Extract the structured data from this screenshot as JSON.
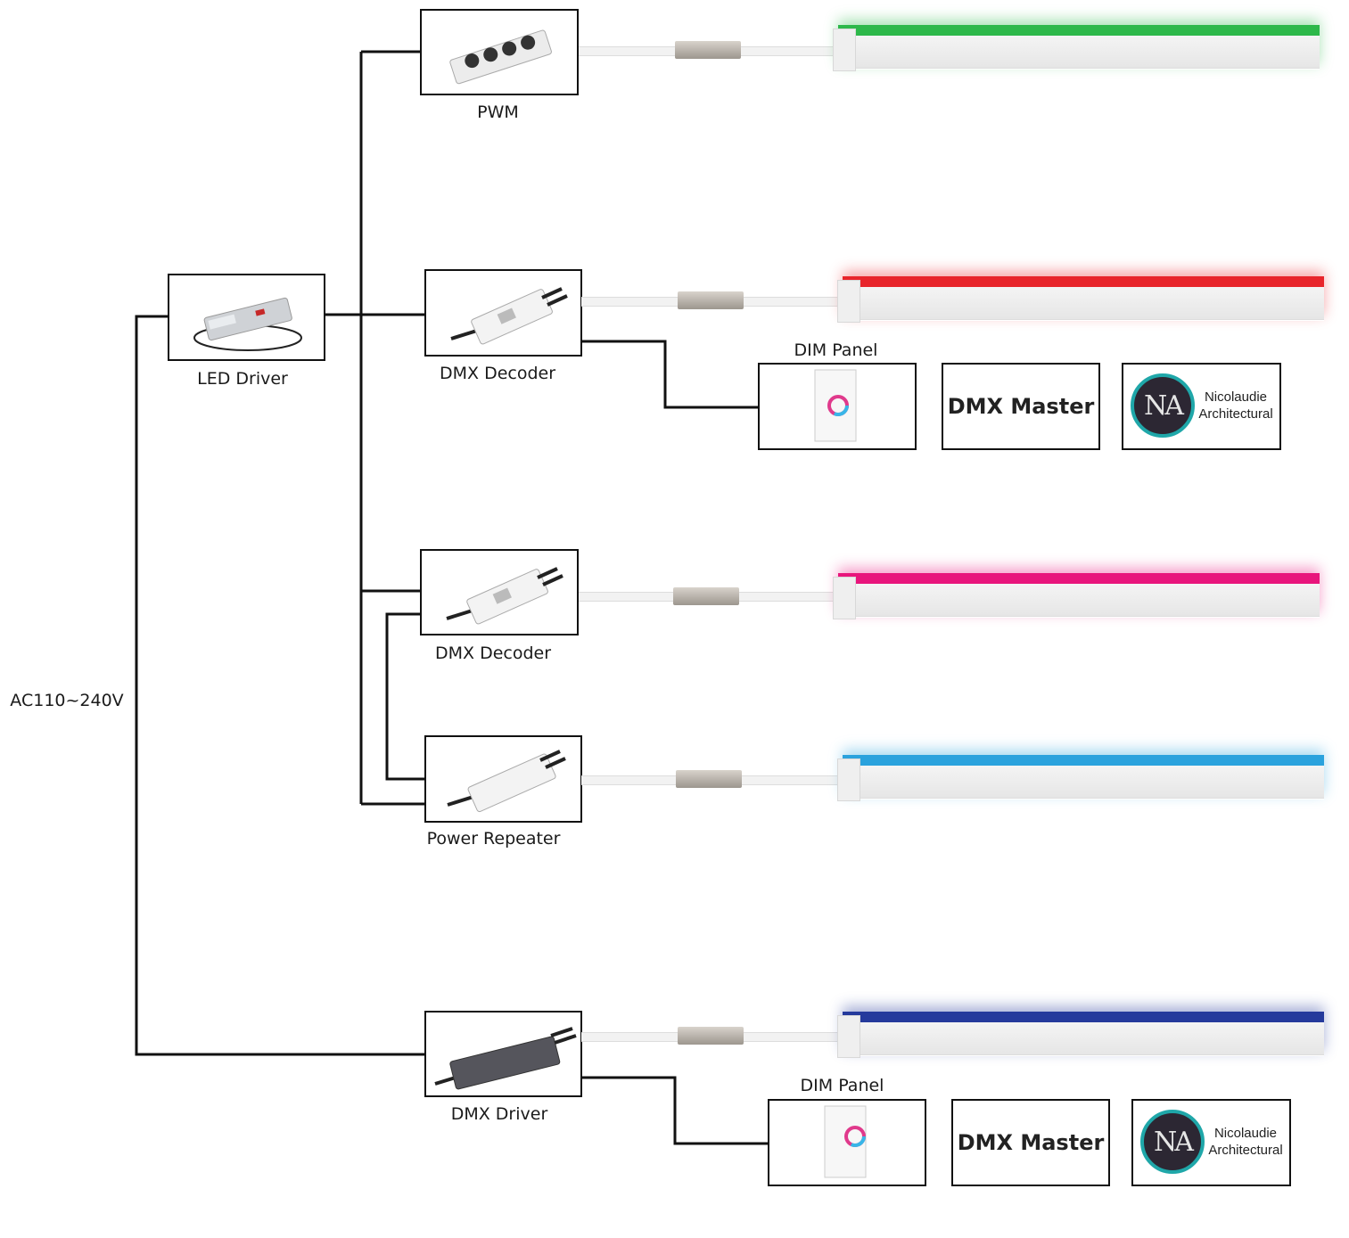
{
  "supply_label": "AC110~240V",
  "devices": {
    "led_driver": "LED Driver",
    "pwm": "PWM",
    "dmx_decoder_1": "DMX Decoder",
    "dmx_decoder_2": "DMX Decoder",
    "power_repeater": "Power Repeater",
    "dmx_driver": "DMX Driver"
  },
  "panels": {
    "dim_panel_1": "DIM Panel",
    "dim_panel_2": "DIM Panel",
    "dmx_master_1": "DMX Master",
    "dmx_master_2": "DMX Master"
  },
  "logo": {
    "monogram": "NA",
    "name_line1": "Nicolaudie",
    "name_line2": "Architectural"
  },
  "light_colors": {
    "green": "#2db84a",
    "red": "#e8252b",
    "magenta": "#e8157c",
    "blue": "#2aa2dd",
    "navy": "#253a9c"
  }
}
